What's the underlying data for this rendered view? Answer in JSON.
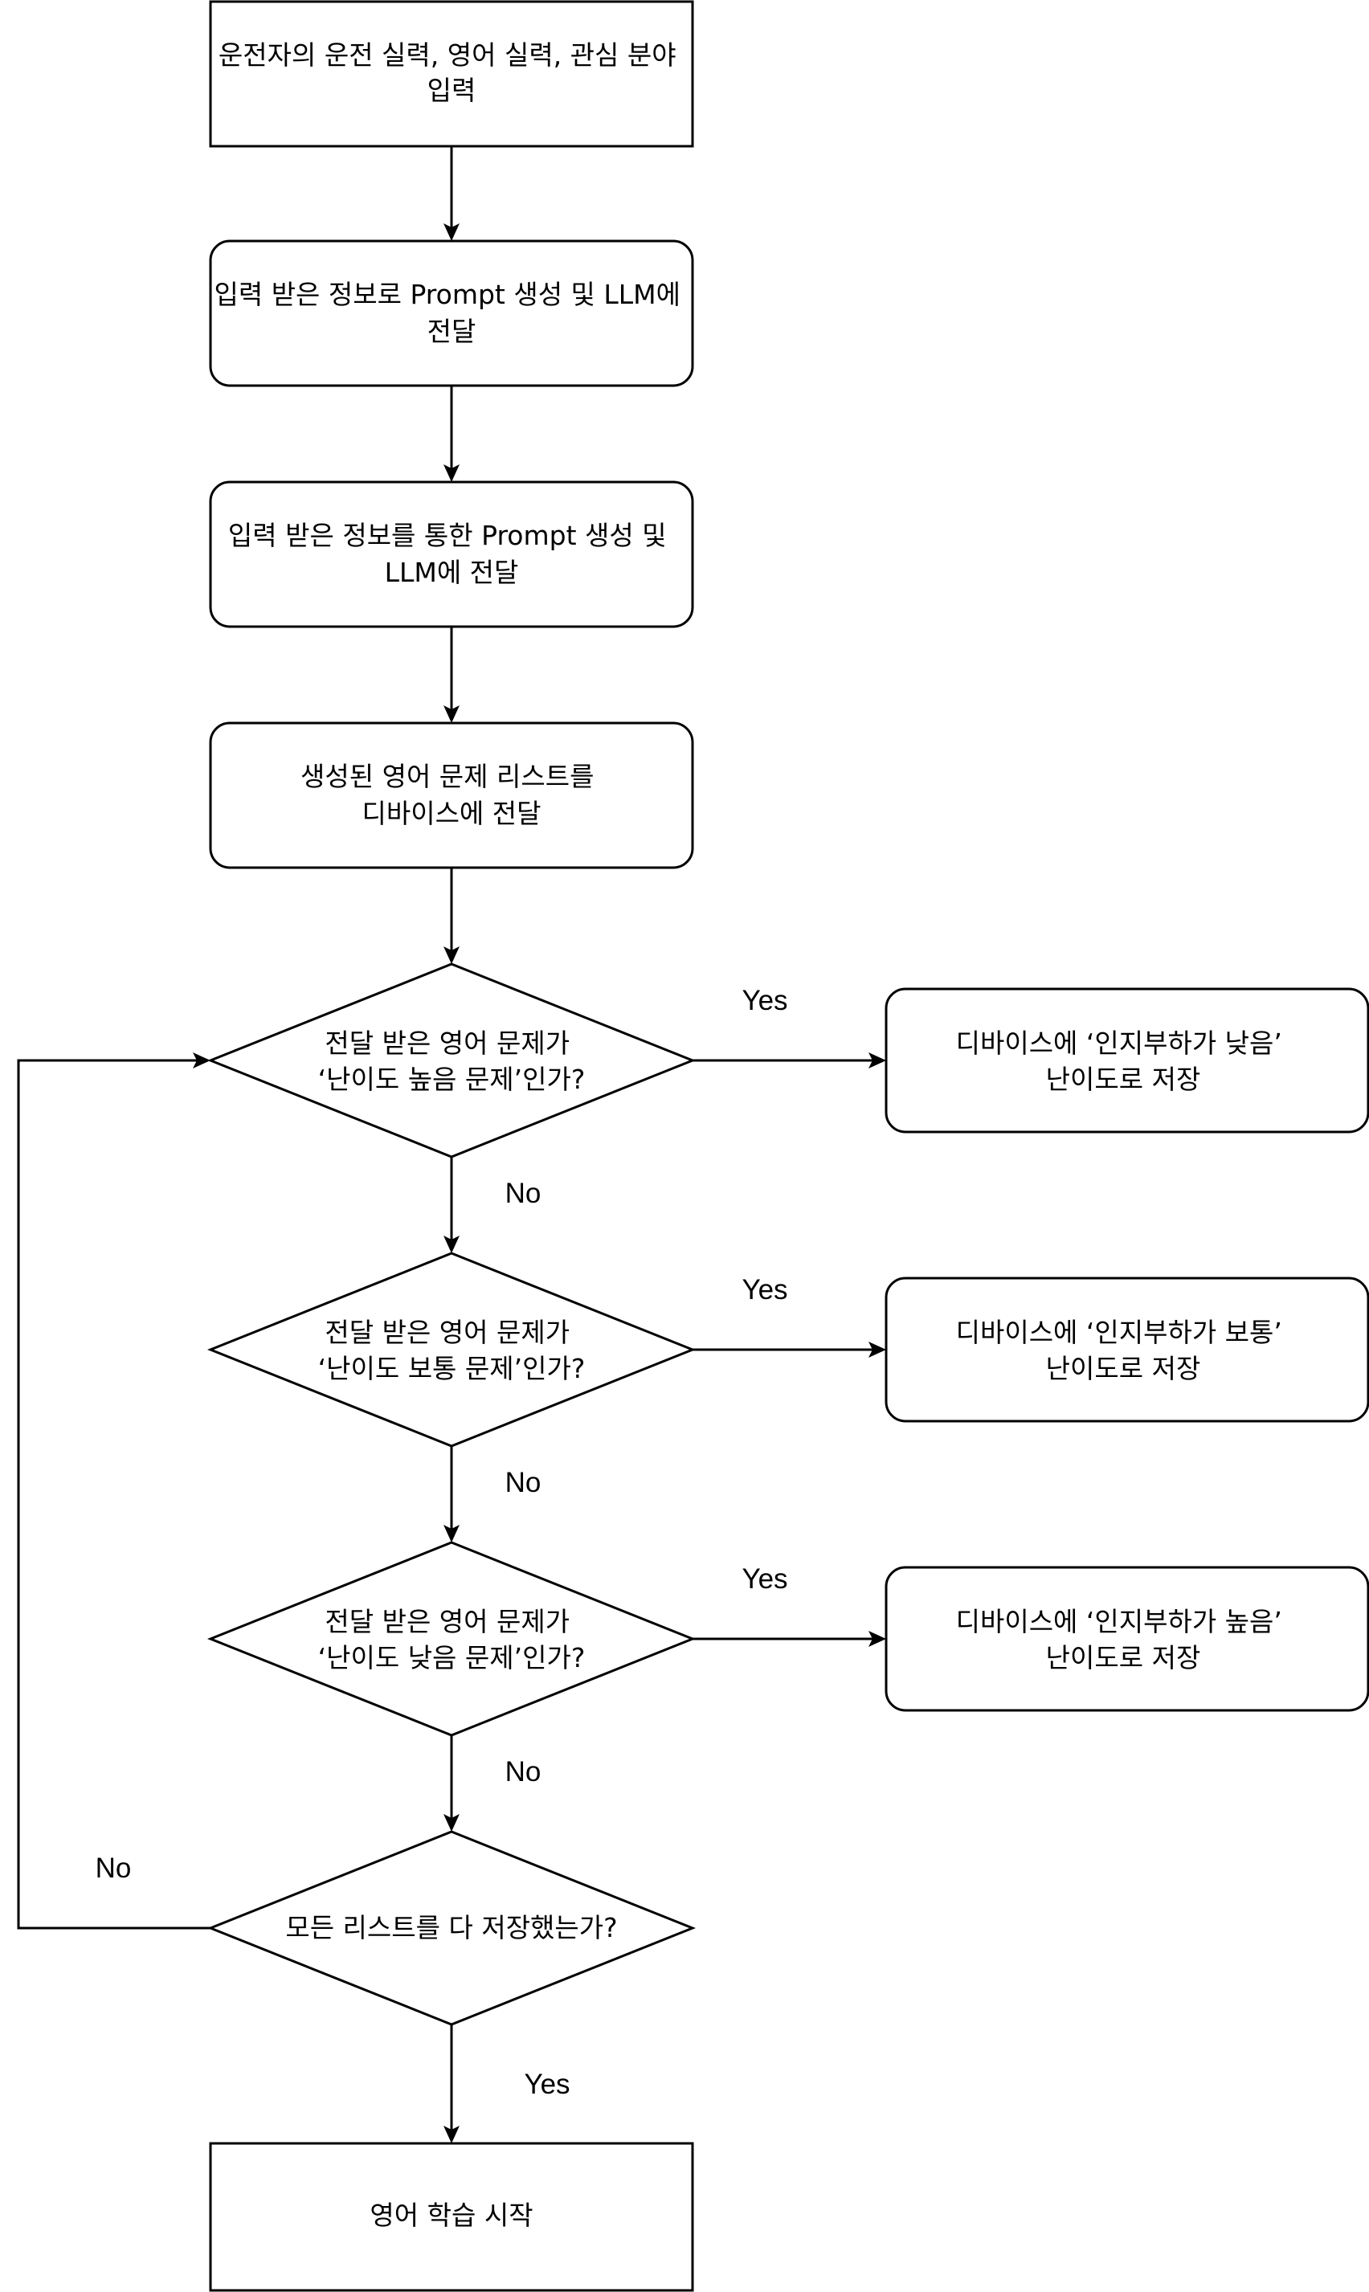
{
  "diagram": {
    "nodes": {
      "input": {
        "lines": [
          "운전자의 운전 실력, 영어 실력, 관심 분야",
          "입력"
        ]
      },
      "prompt_1": {
        "lines": [
          "입력 받은 정보로 Prompt 생성 및 LLM에",
          "전달"
        ]
      },
      "prompt_2": {
        "lines": [
          "입력 받은 정보를 통한 Prompt 생성 및",
          "LLM에 전달"
        ]
      },
      "deliver_list": {
        "lines": [
          "생성된 영어 문제 리스트를",
          "디바이스에 전달"
        ]
      },
      "decision_high": {
        "lines": [
          "전달 받은 영어 문제가",
          "‘난이도 높음 문제’인가?"
        ]
      },
      "decision_normal": {
        "lines": [
          "전달 받은 영어 문제가",
          "‘난이도 보통 문제’인가?"
        ]
      },
      "decision_low": {
        "lines": [
          "전달 받은 영어 문제가",
          "‘난이도 낮음 문제’인가?"
        ]
      },
      "store_low_load": {
        "lines": [
          "디바이스에 ‘인지부하가 낮음’",
          "난이도로 저장"
        ]
      },
      "store_normal_load": {
        "lines": [
          "디바이스에 ‘인지부하가 보통’",
          "난이도로 저장"
        ]
      },
      "store_high_load": {
        "lines": [
          "디바이스에 ‘인지부하가 높음’",
          "난이도로 저장"
        ]
      },
      "decision_all_saved": {
        "lines": [
          "모든 리스트를 다 저장했는가?"
        ]
      },
      "start_learning": {
        "lines": [
          "영어 학습 시작"
        ]
      }
    },
    "edge_labels": {
      "high_yes": "Yes",
      "high_no": "No",
      "normal_yes": "Yes",
      "normal_no": "No",
      "low_yes": "Yes",
      "low_no": "No",
      "all_saved_no": "No",
      "all_saved_yes": "Yes"
    }
  }
}
